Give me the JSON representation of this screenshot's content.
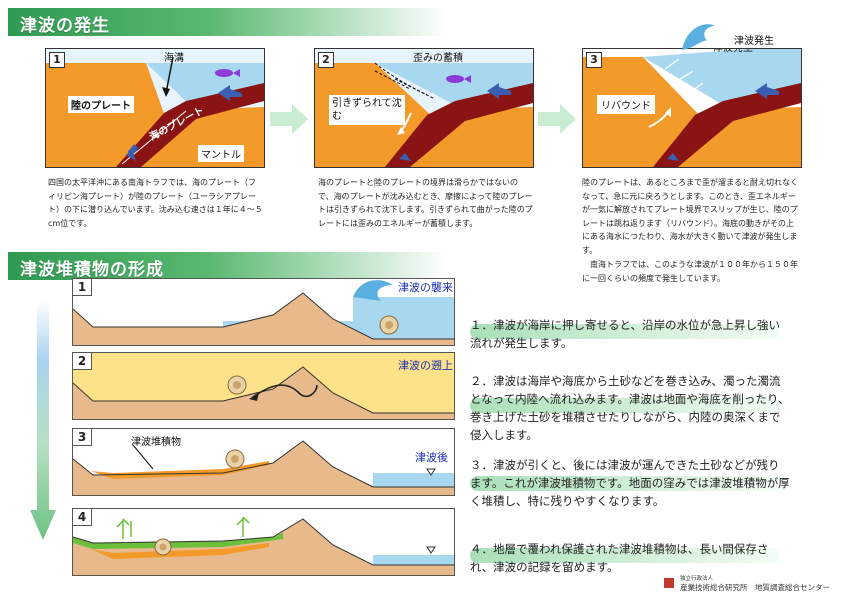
{
  "section1": {
    "title": "津波の発生"
  },
  "panel1": {
    "num": "1",
    "label_trench": "海溝",
    "label_continental": "陸のプレート",
    "label_oceanic": "海のプレート",
    "label_mantle": "マントル",
    "caption": "四国の太平洋沖にある南海トラフでは、海のプレート（フィリピン海プレート）が陸のプレート（ユーラシアプレート）の下に潜り込んでいます。沈み込む速さは１年に４〜５cm位です。"
  },
  "panel2": {
    "num": "2",
    "label_strain": "歪みの蓄積",
    "label_dragged": "引きずられて沈む",
    "caption": "海のプレートと陸のプレートの境界は滑らかではないので、海のプレートが沈み込むとき、摩擦によって陸のプレートは引きずられて沈下します。引きずられて曲がった陸のプレートには歪みのエネルギーが蓄積します。"
  },
  "panel3": {
    "num": "3",
    "label_tsunami": "津波発生",
    "label_rebound": "リバウンド",
    "caption": "陸のプレートは、あるところまで歪が溜まると耐え切れなくなって、急に元に戻ろうとします。このとき、歪エネルギーが一気に解放されてプレート境界でスリップが生じ、陸のプレートは跳ね返ります（リバウンド）。海底の動きがその上にある海水につたわり、海水が大きく動いて津波が発生します。",
    "caption2": "南海トラフでは、このような津波が１００年から１５０年に一回くらいの頻度で発生しています。"
  },
  "section2": {
    "title": "津波堆積物の形成"
  },
  "steps": [
    {
      "num": "1",
      "label": "津波の襲来",
      "text": "１．津波が海岸に押し寄せると、沿岸の水位が急上昇し強い流れが発生します。"
    },
    {
      "num": "2",
      "label": "津波の遡上",
      "text": "２．津波は海岸や海底から土砂などを巻き込み、濁った濁流となって内陸へ流れ込みます。津波は地面や海底を削ったり、巻き上げた土砂を堆積させたりしながら、内陸の奥深くまで侵入します。"
    },
    {
      "num": "3",
      "label": "津波後",
      "label2": "津波堆積物",
      "text": "３．津波が引くと、後には津波が運んできた土砂などが残ります。これが津波堆積物です。地面の窪みでは津波堆積物が厚く堆積し、特に残りやすくなります。"
    },
    {
      "num": "4",
      "label": "",
      "text": "４．地層で覆われ保護された津波堆積物は、長い間保存され、津波の記録を留めます。"
    }
  ],
  "footer": {
    "org_small": "独立行政法人",
    "org_main": "産業技術総合研究所　地質調査総合センター"
  },
  "colors": {
    "banner": "#2f9a52",
    "land": "#f39a2a",
    "sea": "#a8d8ef",
    "oceanic_plate": "#8a1414",
    "step_label": "#1a2fb5"
  }
}
